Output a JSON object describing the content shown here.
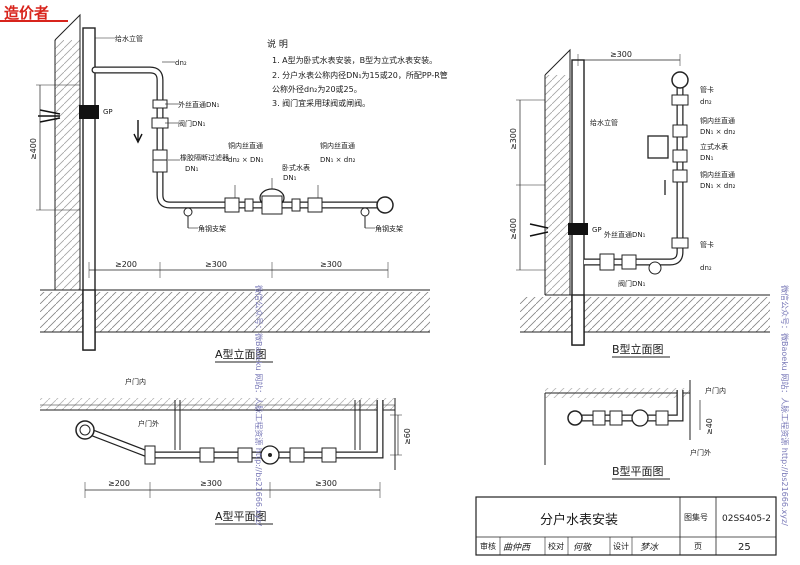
{
  "brand": {
    "label": "造价者",
    "color": "#d8241c"
  },
  "notes": {
    "heading": "说  明",
    "items": [
      "1.  A型为卧式水表安装，B型为立式水表安装。",
      "2.  分户水表公称内径DN₁为15或20，所配PP-R管",
      "     公称外径dn₂为20或25。",
      "3.  阀门宜采用球阀或闸阀。"
    ]
  },
  "a_elev": {
    "title": "A型立面图",
    "labels": {
      "riser": "给水立管",
      "dn2": "dn₂",
      "gp": "GP",
      "ext_union": "外丝直通DN₁",
      "valve": "阀门DN₁",
      "filter": "橡胶隔断过滤器",
      "filter_dn": "DN₁",
      "cu_union_l": "铜内丝直通",
      "cu_union_l_spec": "dn₂ × DN₁",
      "meter": "卧式水表",
      "meter_dn": "DN₁",
      "cu_union_r": "铜内丝直通",
      "cu_union_r_spec": "DN₁ × dn₂",
      "bracket_l": "角钢支架",
      "bracket_r": "角钢支架"
    },
    "dims": {
      "vertical": "≥400",
      "d1": "≥200",
      "d2": "≥300",
      "d3": "≥300"
    }
  },
  "a_plan": {
    "title": "A型平面图",
    "labels": {
      "indoor": "户门内",
      "outdoor": "户门外"
    },
    "dims": {
      "depth": "≥60",
      "d1": "≥200",
      "d2": "≥300",
      "d3": "≥300"
    }
  },
  "b_elev": {
    "title": "B型立面图",
    "labels": {
      "pipe_clamp": "管卡",
      "pipe_clamp_dn": "dn₂",
      "cu_union_top": "铜内丝直通",
      "cu_union_top_spec": "DN₁ × dn₂",
      "meter": "立式水表",
      "meter_dn": "DN₁",
      "cu_union_mid": "铜内丝直通",
      "cu_union_mid_spec": "DN₁ × dn₂",
      "riser": "给水立管",
      "gp": "GP",
      "ext_union": "外丝直通DN₁",
      "pipe_clamp2": "管卡",
      "dn2": "dn₂",
      "valve": "阀门DN₁"
    },
    "dims": {
      "top": "≥300",
      "v1": "≥300",
      "v2": "≥400"
    }
  },
  "b_plan": {
    "title": "B型平面图",
    "labels": {
      "indoor": "户门内",
      "outdoor": "户门外"
    },
    "dims": {
      "depth": "≥40"
    }
  },
  "title_block": {
    "drawing_title": "分户水表安装",
    "atlas_label": "图集号",
    "atlas_no": "02SS405-2",
    "review_label": "审核",
    "review_sign": "曲仲西",
    "check_label": "校对",
    "check_sign": "何敬",
    "design_label": "设计",
    "design_sign": "梦冰",
    "page_label": "页",
    "page_no": "25"
  },
  "watermarks": {
    "left": "微信公众号：微Baoeku  网站：人脉工程资源  http://bs21666.xyz/",
    "right": "微信公众号：微Baoeku  网站：人脉工程资源  http://bs21666.xyz/"
  }
}
